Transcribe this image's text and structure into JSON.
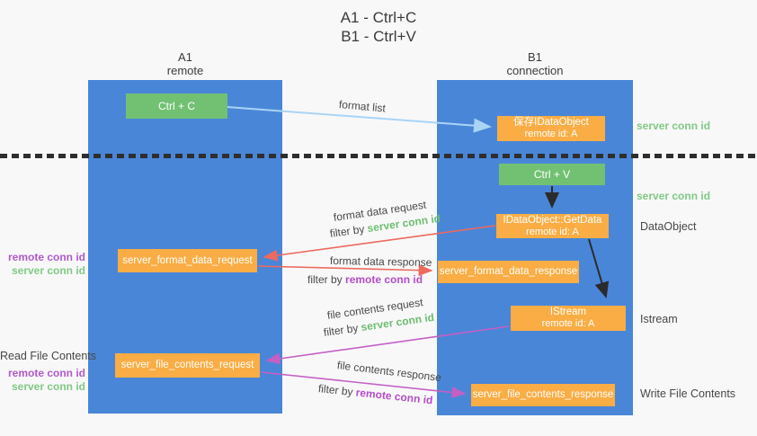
{
  "colors": {
    "lifeline_blue": "#4a86d8",
    "node_green": "#72c173",
    "node_orange": "#f9ad44",
    "arrow_light_blue": "#a9d4f5",
    "arrow_red": "#ec6a5e",
    "arrow_magenta": "#c45fc4",
    "arrow_black": "#2b2b2b",
    "label_green": "#82c985",
    "label_purple": "#b05ac8"
  },
  "title": {
    "line1": "A1 - Ctrl+C",
    "line2": "B1 - Ctrl+V"
  },
  "lifelines": {
    "left": {
      "name": "A1",
      "subtitle": "remote"
    },
    "right": {
      "name": "B1",
      "subtitle": "connection"
    }
  },
  "nodes": {
    "ctrl_c": "Ctrl + C",
    "ctrl_v": "Ctrl + V",
    "save_dataobject": {
      "title": "保存IDataObject",
      "subtitle": "remote id: A"
    },
    "getdata": {
      "title": "IDataObject::GetData",
      "subtitle": "remote id: A"
    },
    "istream": {
      "title": "IStream",
      "subtitle": "remote id: A"
    },
    "format_request": "server_format_data_request",
    "format_response": "server_format_data_response",
    "file_request": "server_file_contents_request",
    "file_response": "server_file_contents_response"
  },
  "arrows": {
    "format_list": "format list",
    "format_data_request": {
      "label": "format data request",
      "filter_prefix": "filter by",
      "filter_key": "server conn id"
    },
    "format_data_response": {
      "label": "format data response",
      "filter_prefix": "filter by",
      "filter_key": "remote conn id"
    },
    "file_contents_request": {
      "label": "file contents request",
      "filter_prefix": "filter by",
      "filter_key": "server conn id"
    },
    "file_contents_response": {
      "label": "file contents response",
      "filter_prefix": "filter by",
      "filter_key": "remote conn id"
    }
  },
  "annotations": {
    "right": {
      "server_conn_id_top": "server conn id",
      "server_conn_id_mid": "server conn id",
      "dataobject": "DataObject",
      "istream": "Istream",
      "write_file_contents": "Write File Contents"
    },
    "left": {
      "remote_conn_id_top": "remote conn id",
      "server_conn_id_top": "server conn id",
      "read_file_contents": "Read File Contents",
      "remote_conn_id_bottom": "remote conn id",
      "server_conn_id_bottom": "server conn id"
    }
  }
}
